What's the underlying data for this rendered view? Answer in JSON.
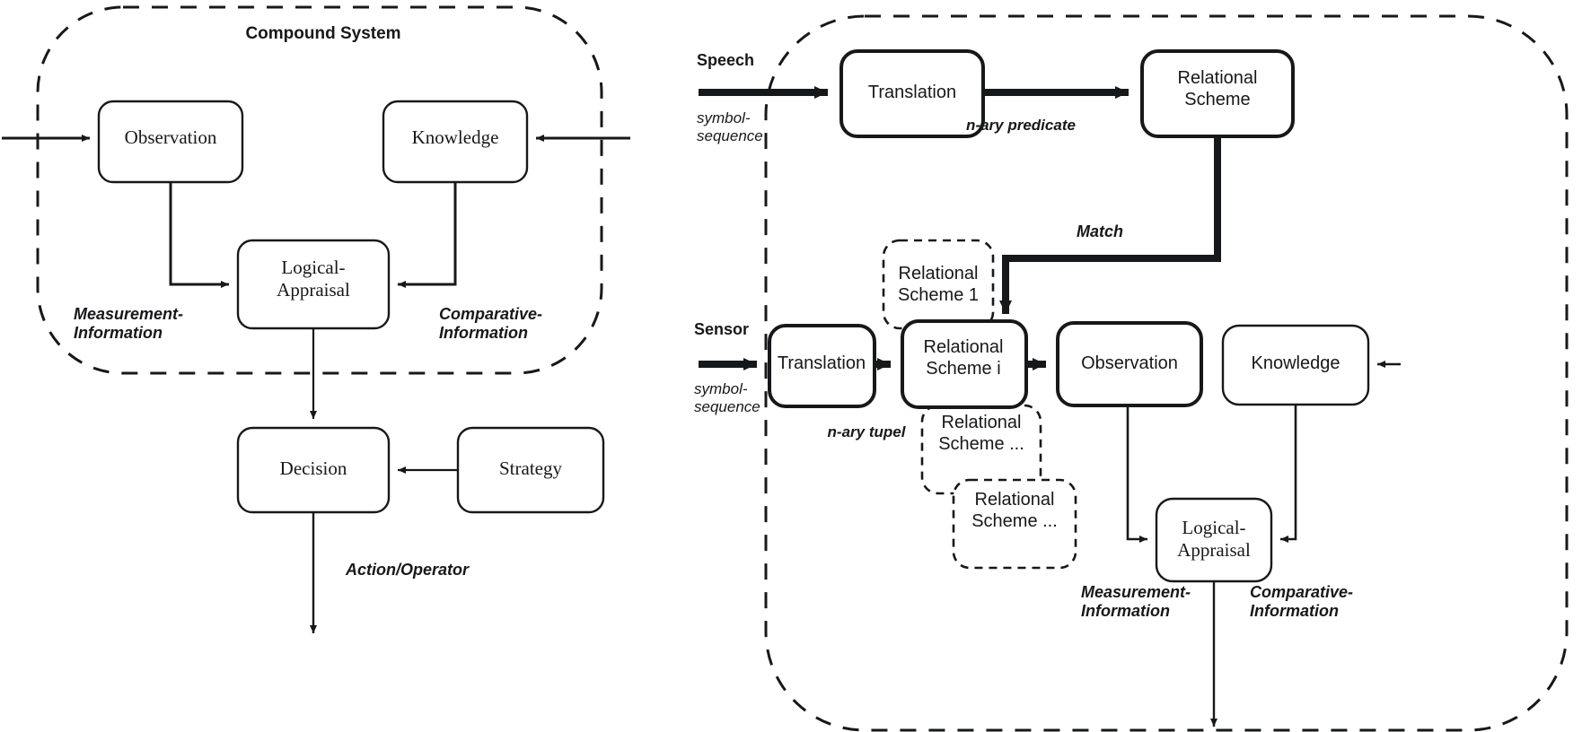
{
  "figure": {
    "left_panel": {
      "container_label": "Compound System",
      "boxes": [
        {
          "id": "observation",
          "label": "Observation"
        },
        {
          "id": "knowledge",
          "label": "Knowledge"
        },
        {
          "id": "logical-appraisal",
          "label": "Logical-\nAppraisal",
          "line1": "Logical-",
          "line2": "Appraisal"
        },
        {
          "id": "decision",
          "label": "Decision"
        },
        {
          "id": "strategy",
          "label": "Strategy"
        }
      ],
      "edge_labels": [
        {
          "id": "measurement-information",
          "line1": "Measurement-",
          "line2": "Information"
        },
        {
          "id": "comparative-information",
          "line1": "Comparative-",
          "line2": "Information"
        },
        {
          "id": "action-operator",
          "text": "Action/Operator"
        }
      ]
    },
    "right_panel": {
      "inputs": [
        {
          "id": "speech",
          "label": "Speech",
          "sub_line1": "symbol-",
          "sub_line2": "sequence"
        },
        {
          "id": "sensor",
          "label": "Sensor",
          "sub_line1": "symbol-",
          "sub_line2": "sequence"
        }
      ],
      "boxes": [
        {
          "id": "translation-top",
          "label": "Translation"
        },
        {
          "id": "relational-scheme-top",
          "line1": "Relational",
          "line2": "Scheme"
        },
        {
          "id": "translation-bottom",
          "label": "Translation"
        },
        {
          "id": "relational-scheme-1",
          "line1": "Relational",
          "line2": "Scheme 1",
          "dashed": true
        },
        {
          "id": "relational-scheme-i",
          "line1": "Relational",
          "line2": "Scheme i"
        },
        {
          "id": "relational-scheme-dots-1",
          "line1": "Relational",
          "line2": "Scheme ...",
          "dashed": true
        },
        {
          "id": "relational-scheme-dots-2",
          "line1": "Relational",
          "line2": "Scheme ...",
          "dashed": true
        },
        {
          "id": "observation",
          "label": "Observation"
        },
        {
          "id": "knowledge",
          "label": "Knowledge"
        },
        {
          "id": "logical-appraisal",
          "line1": "Logical-",
          "line2": "Appraisal"
        }
      ],
      "edge_labels": [
        {
          "id": "n-ary-predicate",
          "text": "n-ary predicate"
        },
        {
          "id": "n-ary-tupel",
          "text": "n-ary tupel"
        },
        {
          "id": "match",
          "text": "Match"
        },
        {
          "id": "measurement-information",
          "line1": "Measurement-",
          "line2": "Information"
        },
        {
          "id": "comparative-information",
          "line1": "Comparative-",
          "line2": "Information"
        }
      ]
    },
    "colors": {
      "stroke": "#17181a",
      "text": "#17181a",
      "background": "#ffffff"
    }
  }
}
